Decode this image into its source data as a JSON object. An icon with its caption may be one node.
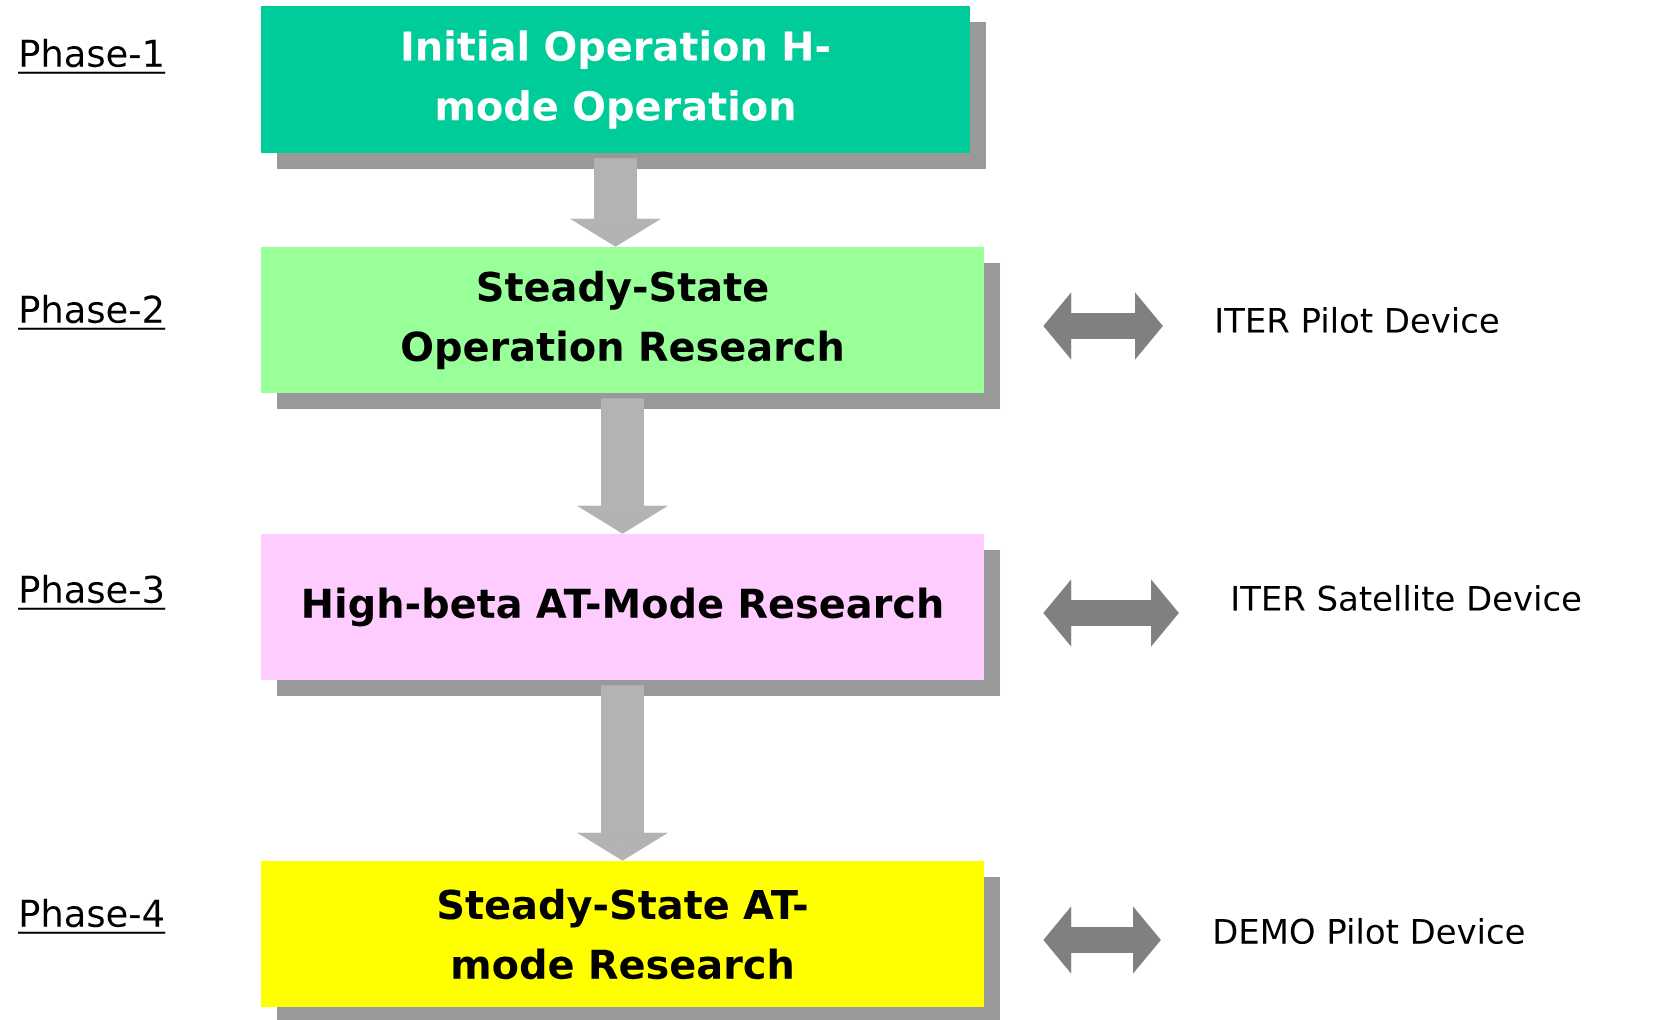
{
  "diagram": {
    "nodes": [
      {
        "text": [
          "Initial Operation H-mode Operation"
        ],
        "beside": [
          "Phase-1"
        ]
      },
      {
        "text": [
          "Steady-State Operation Research"
        ],
        "beside": [
          "Phase-2"
        ]
      },
      {
        "text": [
          "High-beta AT-Mode Research"
        ],
        "beside": [
          "Phase-3"
        ]
      },
      {
        "text": [
          "Steady-State AT-mode Research"
        ],
        "beside": [
          "Phase-4"
        ]
      },
      {
        "text": [
          "ITER Pilot Device"
        ]
      },
      {
        "text": [
          "ITER Satellite Device"
        ]
      },
      {
        "text": [
          "DEMO Pilot Device"
        ]
      }
    ],
    "edges": [
      {
        "from": 0,
        "to": 1,
        "arrow": "to",
        "color": "#b3b3b3"
      },
      {
        "from": 1,
        "to": 2,
        "arrow": "to",
        "color": "#b3b3b3"
      },
      {
        "from": 2,
        "to": 3,
        "arrow": "to",
        "color": "#b3b3b3"
      },
      {
        "from": 1,
        "to": 4,
        "arrow": "both",
        "color": "#808080"
      },
      {
        "from": 2,
        "to": 5,
        "arrow": "both",
        "color": "#808080"
      },
      {
        "from": 3,
        "to": 6,
        "arrow": "both",
        "color": "#808080"
      }
    ]
  }
}
